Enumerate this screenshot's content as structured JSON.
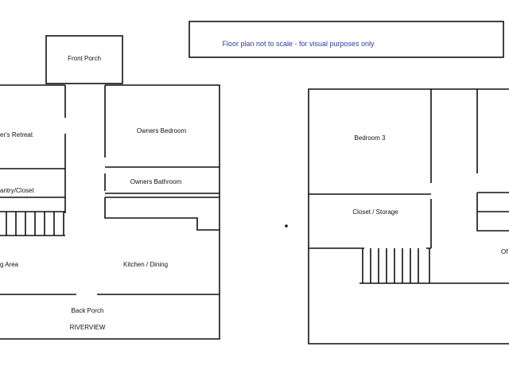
{
  "notice": {
    "text": "Floor plan not to scale - for visual purposes only",
    "color": "#2b3a9e"
  },
  "left_plan": {
    "front_porch": "Front Porch",
    "retreat": "er's Retreat",
    "owners_bedroom": "Owners Bedroom",
    "owners_bathroom": "Owners Bathroom",
    "pantry": "antry/Closet",
    "living_area": "g Area",
    "kitchen_dining": "Kitchen / Dining",
    "back_porch": "Back Porch",
    "property_name": "RIVERVIEW"
  },
  "right_plan": {
    "bedroom3": "Bedroom 3",
    "closet_storage": "Closet / Storage",
    "partial_room": "Of"
  }
}
